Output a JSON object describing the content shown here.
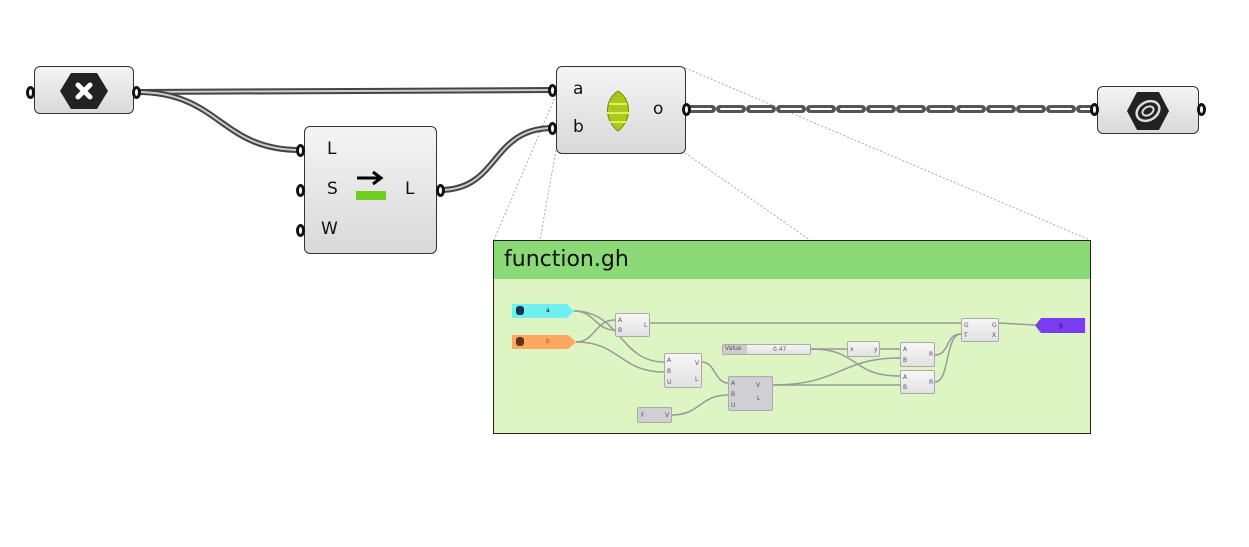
{
  "canvas": {
    "nodes": [
      {
        "id": "input-param",
        "icon": "hexagon-x-icon"
      },
      {
        "id": "shift-list",
        "inputs": [
          "L",
          "S",
          "W"
        ],
        "outputs": [
          "L"
        ],
        "icon": "shift-list-icon"
      },
      {
        "id": "hops",
        "inputs": [
          "a",
          "b"
        ],
        "outputs": [
          "o"
        ],
        "icon": "hops-icon"
      },
      {
        "id": "output-param",
        "icon": "hexagon-spiral-icon"
      }
    ]
  },
  "panel": {
    "title": "function.gh",
    "header_color": "#8bd977",
    "body_color": "#ddf5c2",
    "params": {
      "a": "a",
      "b": "b",
      "g": "g"
    },
    "line_node": {
      "inputs": [
        "A",
        "B"
      ],
      "outputs": [
        "L"
      ]
    },
    "node2": {
      "inputs": [
        "A",
        "B",
        "U"
      ],
      "outputs": [
        "V",
        "L"
      ]
    },
    "node3": {
      "inputs": [
        "A",
        "B",
        "U"
      ],
      "outputs": [
        "V",
        "L"
      ]
    },
    "slider": {
      "label": "Value",
      "value": "0.47"
    },
    "negative": {
      "in": "x",
      "out": "y"
    },
    "mult1": {
      "inputs": [
        "A",
        "B"
      ],
      "out": "R"
    },
    "mult2": {
      "inputs": [
        "A",
        "B"
      ],
      "out": "R"
    },
    "gate": {
      "inputs": [
        "G",
        "T"
      ],
      "outputs": [
        "G",
        "X"
      ]
    },
    "fz": {
      "in": "F",
      "out": "V"
    },
    "colors": {
      "a": "#6ef0f0",
      "b": "#fca860",
      "g": "#7a3cf0"
    }
  }
}
